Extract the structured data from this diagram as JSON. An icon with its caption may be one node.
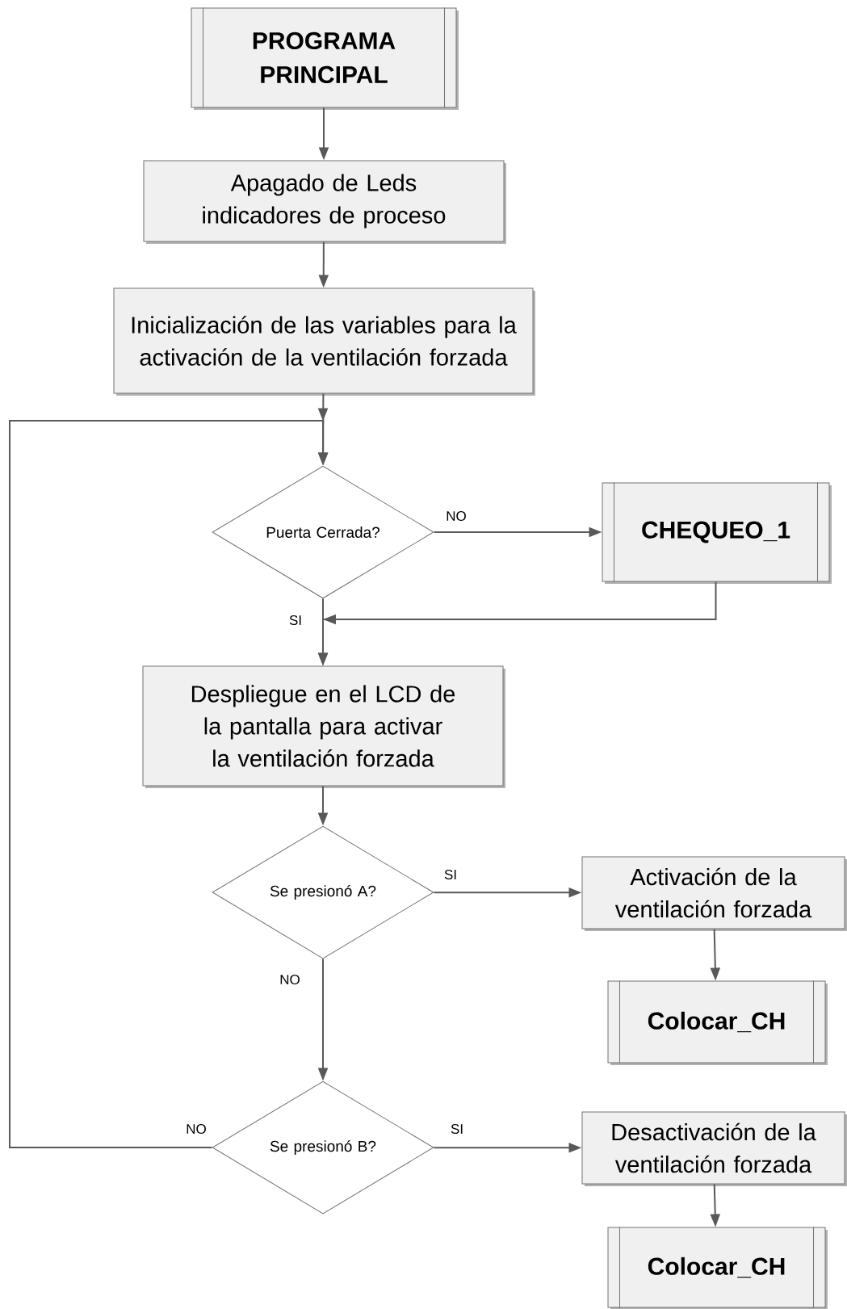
{
  "diagram": {
    "nodes": [
      {
        "text": [
          "PROGRAMA PRINCIPAL"
        ]
      },
      {
        "text": [
          "Apagado de Leds indicadores de proceso"
        ]
      },
      {
        "text": [
          "Inicialización de las variables para la activación de la ventilación forzada"
        ]
      },
      {
        "text": [
          "Puerta Cerrada?"
        ]
      },
      {
        "text": [
          "CHEQUEO_1"
        ]
      },
      {
        "text": [
          "Despliegue en el LCD de la pantalla para activar la ventilación forzada"
        ]
      },
      {
        "text": [
          "Se presionó A?"
        ]
      },
      {
        "text": [
          "Activación de la ventilación forzada"
        ]
      },
      {
        "text": [
          "Colocar_CH"
        ]
      },
      {
        "text": [
          "Se presionó B?"
        ]
      },
      {
        "text": [
          "Desactivación de la ventilación forzada"
        ]
      },
      {
        "text": [
          "Colocar_CH"
        ]
      }
    ],
    "edges": [
      {
        "from": 0,
        "to": 1,
        "arrow": "to"
      },
      {
        "from": 1,
        "to": 2,
        "arrow": "to"
      },
      {
        "from": 2,
        "to": 3,
        "arrow": "to"
      },
      {
        "from": 3,
        "to": 4,
        "arrow": "to",
        "label": "NO"
      },
      {
        "from": 4,
        "to": 5,
        "arrow": "to"
      },
      {
        "from": 3,
        "to": 5,
        "arrow": "to",
        "label": "SI"
      },
      {
        "from": 5,
        "to": 6,
        "arrow": "to"
      },
      {
        "from": 6,
        "to": 7,
        "arrow": "to",
        "label": "SI"
      },
      {
        "from": 7,
        "to": 8,
        "arrow": "to"
      },
      {
        "from": 6,
        "to": 9,
        "arrow": "to",
        "label": "NO"
      },
      {
        "from": 9,
        "to": 10,
        "arrow": "to",
        "label": "SI"
      },
      {
        "from": 10,
        "to": 11,
        "arrow": "to"
      },
      {
        "from": 9,
        "to": 3,
        "arrow": "to",
        "label": "NO"
      }
    ]
  }
}
